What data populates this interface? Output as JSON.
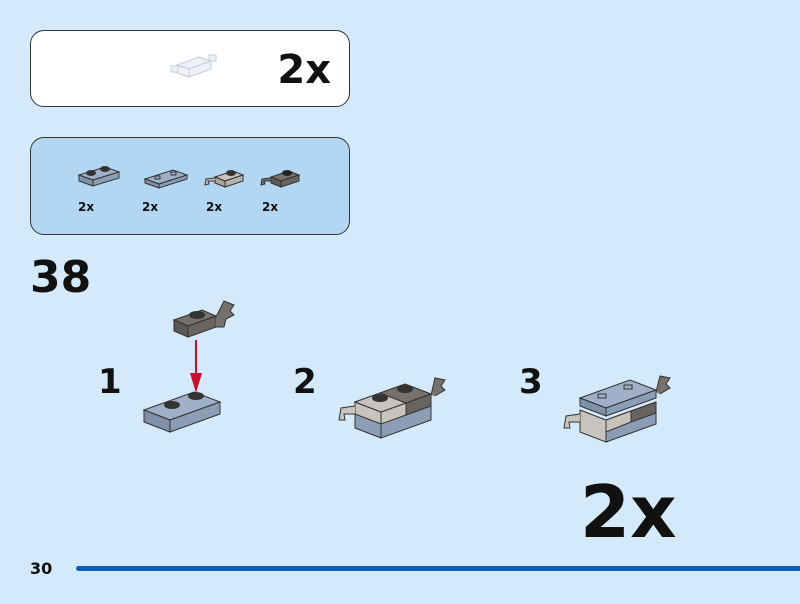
{
  "submodel": {
    "quantity": "2x",
    "icon": "transparent-clip-brick"
  },
  "parts_list": [
    {
      "quantity": "2x",
      "icon": "plate-1x2-sand-blue"
    },
    {
      "quantity": "2x",
      "icon": "tile-1x2-sand-blue"
    },
    {
      "quantity": "2x",
      "icon": "plate-clip-light-gray"
    },
    {
      "quantity": "2x",
      "icon": "plate-clip-dark-gray"
    }
  ],
  "step": {
    "number": "38",
    "substeps": [
      "1",
      "2",
      "3"
    ],
    "result_quantity": "2x"
  },
  "page_number": "30",
  "colors": {
    "background": "#d4eafa",
    "parts_box": "#b3d7f3",
    "footer_line": "#0b5fb0",
    "arrow": "#c8102e"
  }
}
